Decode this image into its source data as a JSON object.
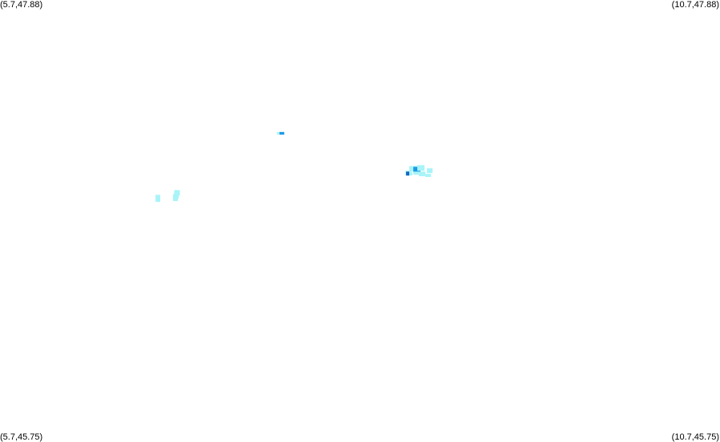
{
  "corners": {
    "top_left": "(5.7,47.88)",
    "top_right": "(10.7,47.88)",
    "bottom_left": "(5.7,45.75)",
    "bottom_right": "(10.7,45.75)"
  },
  "extent": {
    "lon_min": 5.7,
    "lon_max": 10.7,
    "lat_min": 45.75,
    "lat_max": 47.88
  },
  "colors": {
    "background": "#ffffff",
    "label": "#000000",
    "light": "#a8f4f8",
    "medium": "#5ad0f0",
    "strong": "#1e9be6",
    "dark": "#1565c0"
  },
  "chart_data": {
    "type": "heatmap",
    "x_unit": "longitude",
    "y_unit": "latitude",
    "cells": [
      {
        "lon": 7.624,
        "lat": 47.244,
        "w": 0.017,
        "h": 0.013,
        "level": "light"
      },
      {
        "lon": 7.641,
        "lat": 47.244,
        "w": 0.033,
        "h": 0.013,
        "level": "strong"
      },
      {
        "lon": 6.91,
        "lat": 46.964,
        "w": 0.039,
        "h": 0.027,
        "level": "light"
      },
      {
        "lon": 6.902,
        "lat": 46.945,
        "w": 0.039,
        "h": 0.023,
        "level": "light"
      },
      {
        "lon": 6.902,
        "lat": 46.93,
        "w": 0.033,
        "h": 0.019,
        "level": "light"
      },
      {
        "lon": 6.78,
        "lat": 46.941,
        "w": 0.033,
        "h": 0.034,
        "level": "light"
      },
      {
        "lon": 8.515,
        "lat": 47.057,
        "w": 0.039,
        "h": 0.023,
        "level": "light"
      },
      {
        "lon": 8.52,
        "lat": 47.053,
        "w": 0.022,
        "h": 0.019,
        "level": "dark"
      },
      {
        "lon": 8.542,
        "lat": 47.05,
        "w": 0.022,
        "h": 0.015,
        "level": "light"
      },
      {
        "lon": 8.542,
        "lat": 47.08,
        "w": 0.056,
        "h": 0.027,
        "level": "light"
      },
      {
        "lon": 8.57,
        "lat": 47.076,
        "w": 0.05,
        "h": 0.027,
        "level": "strong"
      },
      {
        "lon": 8.598,
        "lat": 47.084,
        "w": 0.05,
        "h": 0.027,
        "level": "light"
      },
      {
        "lon": 8.57,
        "lat": 47.053,
        "w": 0.084,
        "h": 0.015,
        "level": "light"
      },
      {
        "lon": 8.609,
        "lat": 47.046,
        "w": 0.045,
        "h": 0.015,
        "level": "light"
      },
      {
        "lon": 8.654,
        "lat": 47.042,
        "w": 0.039,
        "h": 0.015,
        "level": "light"
      },
      {
        "lon": 8.665,
        "lat": 47.069,
        "w": 0.039,
        "h": 0.023,
        "level": "light"
      }
    ]
  }
}
